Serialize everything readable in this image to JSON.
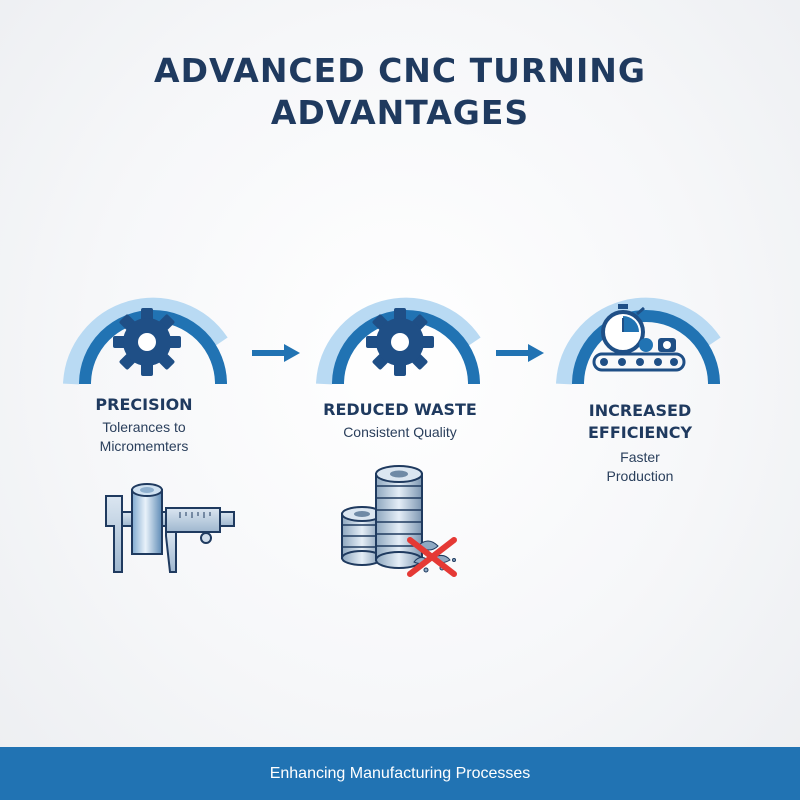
{
  "title": {
    "line1": "ADVANCED CNC TURNING",
    "line2": "ADVANTAGES"
  },
  "steps": [
    {
      "title_lines": [
        "PRECISION"
      ],
      "sub_lines": [
        "Tolerances to",
        "Micromemters"
      ],
      "icon": "gear-icon",
      "illustration": "caliper-measuring-cylinder"
    },
    {
      "title_lines": [
        "REDUCED WASTE"
      ],
      "sub_lines": [
        "Consistent Quality"
      ],
      "icon": "gear-icon",
      "illustration": "stacked-washers-with-no-scrap-cross"
    },
    {
      "title_lines": [
        "INCREASED",
        "EFFICIENCY"
      ],
      "sub_lines": [
        "Faster",
        "Production"
      ],
      "icon": "stopwatch-conveyor-icon",
      "illustration": ""
    }
  ],
  "footer": {
    "text": "Enhancing Manufacturing Processes"
  },
  "colors": {
    "primary_blue": "#2173b3",
    "light_blue": "#a9d0ef",
    "navy": "#1f3a5f",
    "red_cross": "#e53935"
  }
}
